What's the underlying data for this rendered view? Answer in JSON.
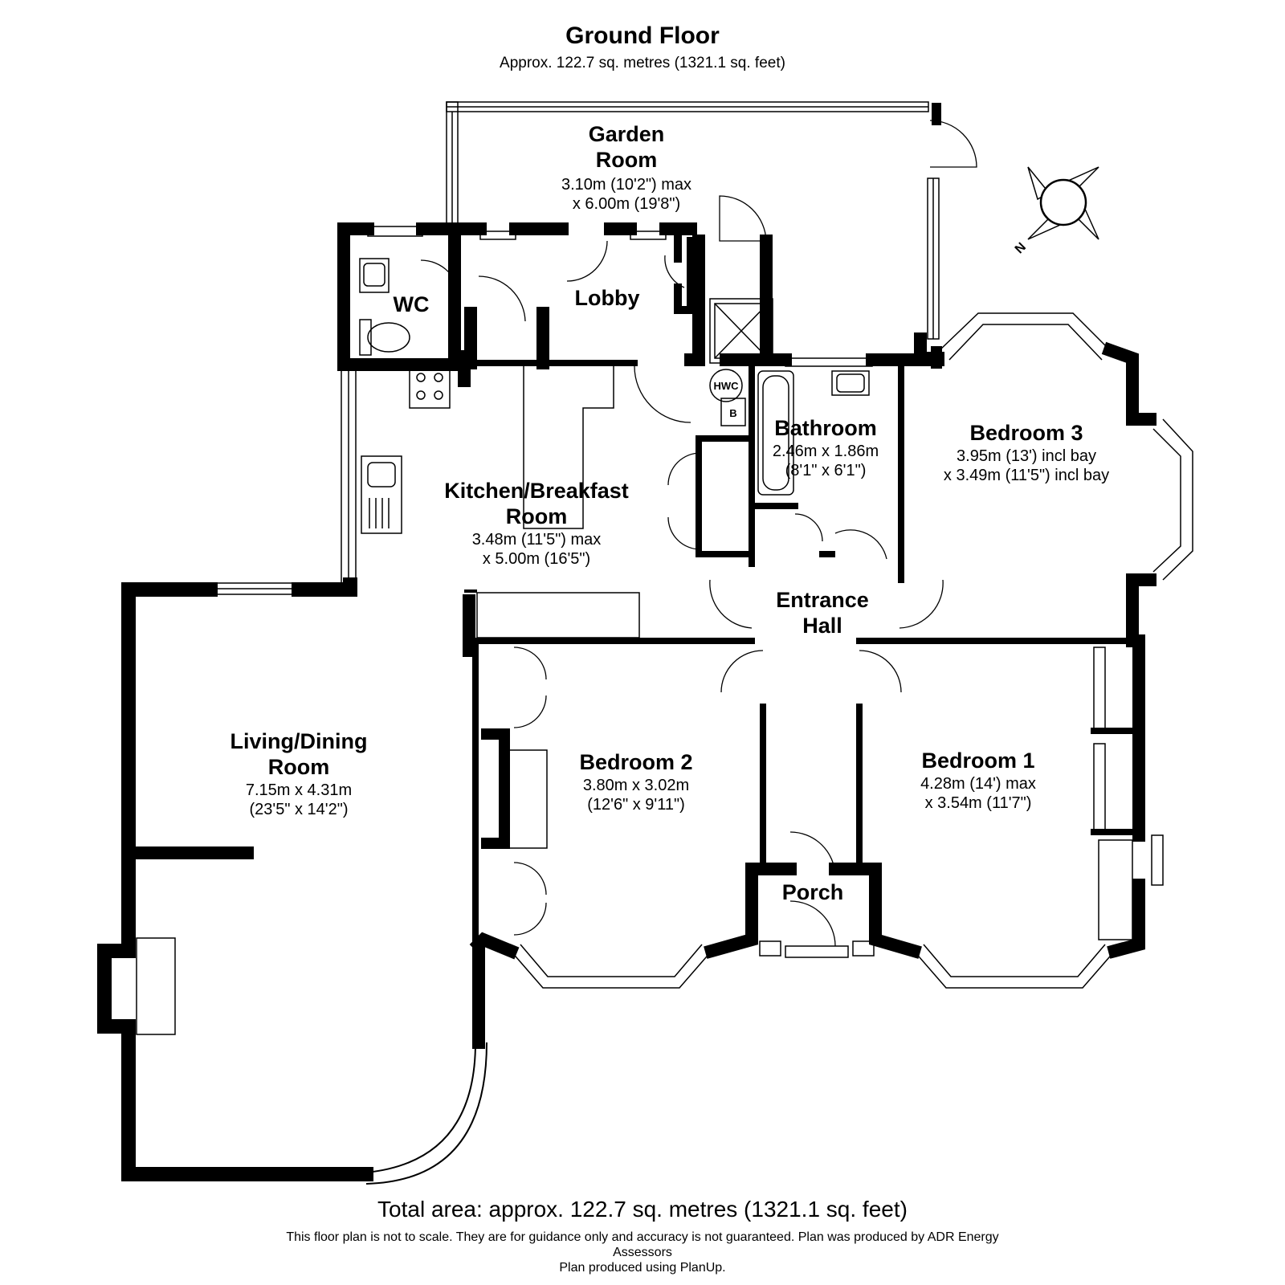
{
  "header": {
    "title": "Ground Floor",
    "subtitle": "Approx. 122.7 sq. metres (1321.1 sq. feet)"
  },
  "rooms": {
    "garden_room": {
      "name1": "Garden",
      "name2": "Room",
      "dim1": "3.10m (10'2\") max",
      "dim2": "x 6.00m (19'8\")"
    },
    "wc": {
      "name": "WC"
    },
    "lobby": {
      "name": "Lobby"
    },
    "hwc": {
      "label": "HWC"
    },
    "boiler": {
      "label": "B"
    },
    "bathroom": {
      "name": "Bathroom",
      "dim1": "2.46m x 1.86m",
      "dim2": "(8'1\" x 6'1\")"
    },
    "bedroom3": {
      "name": "Bedroom 3",
      "dim1": "3.95m (13') incl bay",
      "dim2": "x 3.49m (11'5\") incl bay"
    },
    "kitchen": {
      "name1": "Kitchen/Breakfast",
      "name2": "Room",
      "dim1": "3.48m (11'5\") max",
      "dim2": "x 5.00m (16'5\")"
    },
    "entrance_hall": {
      "name1": "Entrance",
      "name2": "Hall"
    },
    "living": {
      "name1": "Living/Dining",
      "name2": "Room",
      "dim1": "7.15m x 4.31m",
      "dim2": "(23'5\" x 14'2\")"
    },
    "bedroom2": {
      "name": "Bedroom 2",
      "dim1": "3.80m x 3.02m",
      "dim2": "(12'6\" x 9'11\")"
    },
    "bedroom1": {
      "name": "Bedroom 1",
      "dim1": "4.28m (14') max",
      "dim2": "x 3.54m (11'7\")"
    },
    "porch": {
      "name": "Porch"
    }
  },
  "compass": {
    "north_label": "N"
  },
  "footer": {
    "total": "Total area: approx. 122.7 sq. metres (1321.1 sq. feet)",
    "disclaimer1": "This floor plan is not to scale. They are for guidance only and accuracy is not guaranteed. Plan was produced by ADR Energy",
    "disclaimer2": "Assessors",
    "disclaimer3": "Plan produced using PlanUp."
  }
}
